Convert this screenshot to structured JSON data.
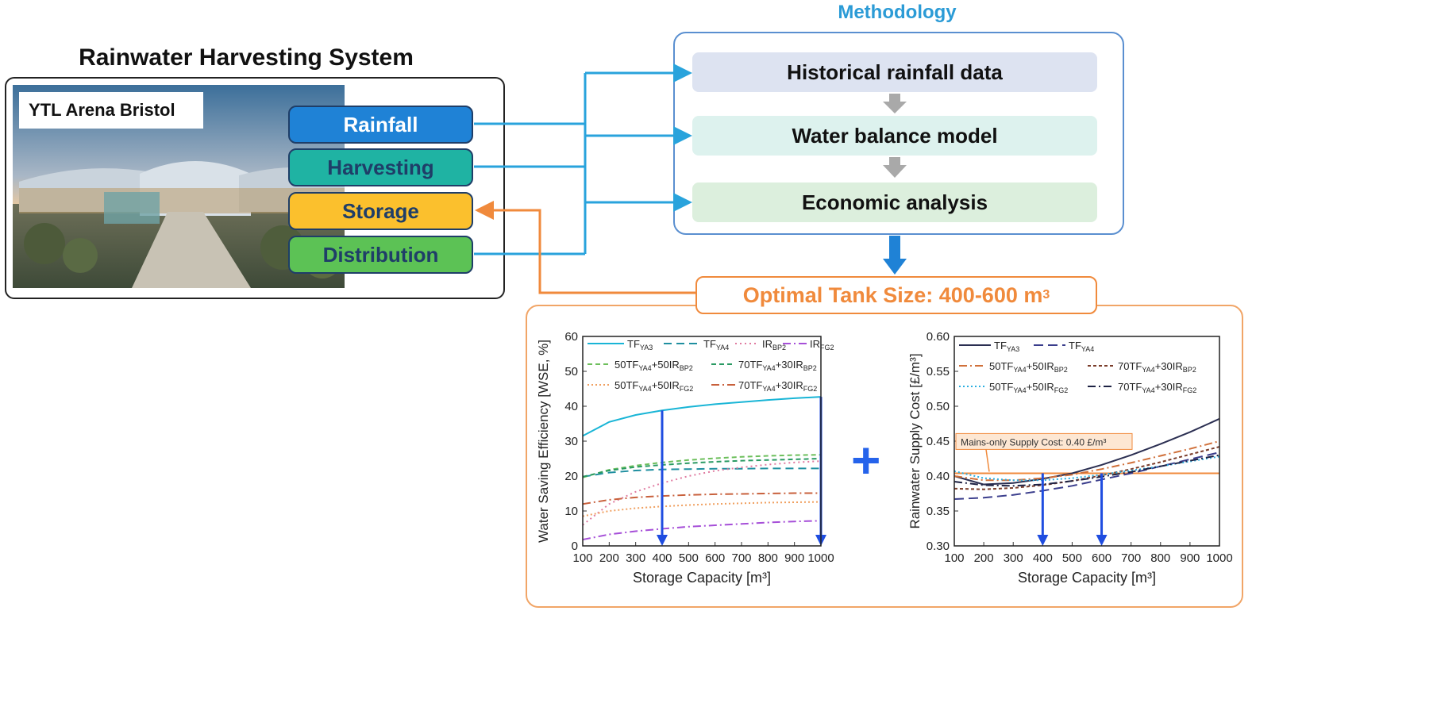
{
  "left_panel": {
    "title": "Rainwater Harvesting System",
    "photo_label": "YTL Arena Bristol",
    "components": [
      {
        "label": "Rainfall",
        "bg": "#1f82d6",
        "fg": "#ffffff"
      },
      {
        "label": "Harvesting",
        "bg": "#1fb3a3",
        "fg": "#1f3e68"
      },
      {
        "label": "Storage",
        "bg": "#fbc02d",
        "fg": "#1f3e68"
      },
      {
        "label": "Distribution",
        "bg": "#5cc255",
        "fg": "#1f3e68"
      }
    ]
  },
  "methodology": {
    "title": "Methodology",
    "steps": [
      {
        "label": "Historical rainfall data",
        "bg": "#dde3f1"
      },
      {
        "label": "Water balance model",
        "bg": "#ddf2ee"
      },
      {
        "label": "Economic analysis",
        "bg": "#dcefdd"
      }
    ]
  },
  "result": {
    "title_prefix": "Optimal Tank Size: 400-600 m",
    "title_sup": "3",
    "plus_symbol": "+"
  },
  "colors": {
    "flow_arrow": "#29a3dc",
    "feedback_arrow": "#f08a3c",
    "step_arrow": "#a9a9a9",
    "down_arrow": "#1f82d6",
    "result_border": "#f1a567",
    "marker_arrow": "#1f4de0"
  },
  "chart_data": [
    {
      "type": "line",
      "ylabel": "Water Saving Efficiency [WSE, %]",
      "xlabel": "Storage Capacity [m³]",
      "xlim": [
        100,
        1000
      ],
      "ylim": [
        0,
        60
      ],
      "xticks": [
        100,
        200,
        300,
        400,
        500,
        600,
        700,
        800,
        900,
        1000
      ],
      "yticks": [
        0,
        10,
        20,
        30,
        40,
        50,
        60
      ],
      "legend_position": "top",
      "markers": [
        400,
        1000
      ],
      "series": [
        {
          "name": "TF",
          "sub": "YA3",
          "color": "#19b5d6",
          "dash": "",
          "x": [
            100,
            200,
            300,
            400,
            500,
            600,
            700,
            800,
            900,
            1000
          ],
          "values": [
            31.5,
            35.5,
            37.5,
            38.8,
            39.8,
            40.6,
            41.2,
            41.8,
            42.3,
            42.7
          ]
        },
        {
          "name": "TF",
          "sub": "YA4",
          "color": "#1f8fa0",
          "dash": "10 6",
          "x": [
            100,
            200,
            300,
            400,
            500,
            600,
            700,
            800,
            900,
            1000
          ],
          "values": [
            19.8,
            21.0,
            21.6,
            21.9,
            22.0,
            22.1,
            22.1,
            22.2,
            22.2,
            22.2
          ]
        },
        {
          "name": "IR",
          "sub": "BP2",
          "color": "#e07aa0",
          "dash": "2 4",
          "x": [
            100,
            200,
            300,
            400,
            500,
            600,
            700,
            800,
            900,
            1000
          ],
          "values": [
            6.0,
            12.0,
            15.5,
            18.0,
            20.0,
            21.5,
            22.5,
            23.3,
            23.9,
            24.3
          ]
        },
        {
          "name": "IR",
          "sub": "FG2",
          "color": "#a64fd8",
          "dash": "10 4 2 4",
          "x": [
            100,
            200,
            300,
            400,
            500,
            600,
            700,
            800,
            900,
            1000
          ],
          "values": [
            1.8,
            3.3,
            4.2,
            4.9,
            5.5,
            5.9,
            6.3,
            6.7,
            7.0,
            7.2
          ]
        },
        {
          "name": "50TF",
          "sub": "YA4",
          "name2": "+50IR",
          "sub2": "BP2",
          "color": "#6dbf5c",
          "dash": "6 4",
          "x": [
            100,
            200,
            300,
            400,
            500,
            600,
            700,
            800,
            900,
            1000
          ],
          "values": [
            19.6,
            21.8,
            23.0,
            23.9,
            24.6,
            25.1,
            25.5,
            25.8,
            26.0,
            26.1
          ]
        },
        {
          "name": "70TF",
          "sub": "YA4",
          "name2": "+30IR",
          "sub2": "BP2",
          "color": "#2a9a63",
          "dash": "6 4",
          "x": [
            100,
            200,
            300,
            400,
            500,
            600,
            700,
            800,
            900,
            1000
          ],
          "values": [
            19.8,
            21.6,
            22.6,
            23.2,
            23.7,
            24.1,
            24.4,
            24.6,
            24.8,
            25.0
          ]
        },
        {
          "name": "50TF",
          "sub": "YA4",
          "name2": "+50IR",
          "sub2": "FG2",
          "color": "#f0a060",
          "dash": "2 3",
          "x": [
            100,
            200,
            300,
            400,
            500,
            600,
            700,
            800,
            900,
            1000
          ],
          "values": [
            8.5,
            10.0,
            10.8,
            11.3,
            11.7,
            12.0,
            12.2,
            12.4,
            12.5,
            12.6
          ]
        },
        {
          "name": "70TF",
          "sub": "YA4",
          "name2": "+30IR",
          "sub2": "FG2",
          "color": "#c8603c",
          "dash": "10 4 2 4",
          "x": [
            100,
            200,
            300,
            400,
            500,
            600,
            700,
            800,
            900,
            1000
          ],
          "values": [
            12.0,
            13.2,
            13.9,
            14.3,
            14.6,
            14.8,
            14.9,
            15.0,
            15.1,
            15.1
          ]
        }
      ]
    },
    {
      "type": "line",
      "ylabel": "Rainwater Supply Cost [£/m³]",
      "xlabel": "Storage Capacity [m³]",
      "xlim": [
        100,
        1000
      ],
      "ylim": [
        0.3,
        0.6
      ],
      "xticks": [
        100,
        200,
        300,
        400,
        500,
        600,
        700,
        800,
        900,
        1000
      ],
      "yticks": [
        0.3,
        0.35,
        0.4,
        0.45,
        0.5,
        0.55,
        0.6
      ],
      "legend_position": "top",
      "markers": [
        400,
        600
      ],
      "annotation": {
        "text": "Mains-only Supply Cost: 0.40 £/m³",
        "value": 0.404
      },
      "series": [
        {
          "name": "TF",
          "sub": "YA3",
          "color": "#2b2f52",
          "dash": "",
          "x": [
            100,
            200,
            300,
            400,
            500,
            600,
            700,
            800,
            900,
            1000
          ],
          "values": [
            0.4,
            0.388,
            0.39,
            0.396,
            0.404,
            0.416,
            0.43,
            0.446,
            0.463,
            0.482
          ]
        },
        {
          "name": "TF",
          "sub": "YA4",
          "color": "#3a3d8c",
          "dash": "12 6",
          "x": [
            100,
            200,
            300,
            400,
            500,
            600,
            700,
            800,
            900,
            1000
          ],
          "values": [
            0.367,
            0.369,
            0.373,
            0.379,
            0.386,
            0.395,
            0.404,
            0.414,
            0.424,
            0.434
          ]
        },
        {
          "name": "50TF",
          "sub": "YA4",
          "name2": "+50IR",
          "sub2": "BP2",
          "color": "#d0703a",
          "dash": "10 4 2 4",
          "x": [
            100,
            200,
            300,
            400,
            500,
            600,
            700,
            800,
            900,
            1000
          ],
          "values": [
            0.4,
            0.394,
            0.394,
            0.397,
            0.402,
            0.41,
            0.419,
            0.429,
            0.439,
            0.45
          ]
        },
        {
          "name": "70TF",
          "sub": "YA4",
          "name2": "+30IR",
          "sub2": "BP2",
          "color": "#7a3c2a",
          "dash": "4 3",
          "x": [
            100,
            200,
            300,
            400,
            500,
            600,
            700,
            800,
            900,
            1000
          ],
          "values": [
            0.382,
            0.381,
            0.383,
            0.387,
            0.393,
            0.401,
            0.41,
            0.42,
            0.431,
            0.442
          ]
        },
        {
          "name": "50TF",
          "sub": "YA4",
          "name2": "+50IR",
          "sub2": "FG2",
          "color": "#2aaee0",
          "dash": "2 3",
          "x": [
            100,
            200,
            300,
            400,
            500,
            600,
            700,
            800,
            900,
            1000
          ],
          "values": [
            0.407,
            0.397,
            0.394,
            0.394,
            0.397,
            0.402,
            0.408,
            0.414,
            0.421,
            0.428
          ]
        },
        {
          "name": "70TF",
          "sub": "YA4",
          "name2": "+30IR",
          "sub2": "FG2",
          "color": "#1e2244",
          "dash": "10 4 2 4",
          "x": [
            100,
            200,
            300,
            400,
            500,
            600,
            700,
            800,
            900,
            1000
          ],
          "values": [
            0.392,
            0.387,
            0.386,
            0.388,
            0.393,
            0.399,
            0.406,
            0.414,
            0.422,
            0.43
          ]
        }
      ]
    }
  ]
}
